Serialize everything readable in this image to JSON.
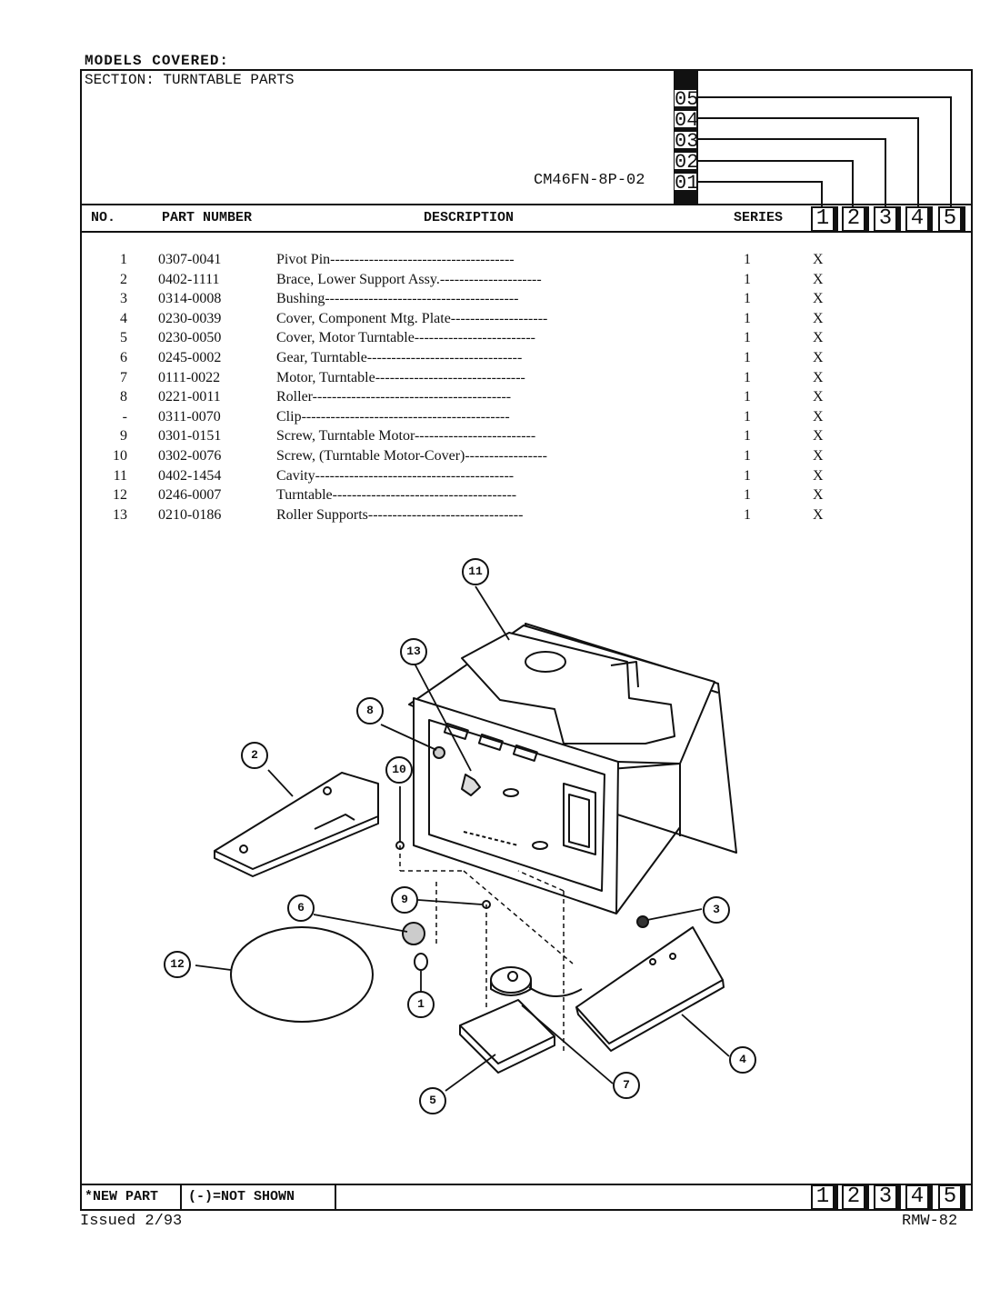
{
  "header": {
    "models_covered": "MODELS COVERED:",
    "section": "SECTION: TURNTABLE PARTS",
    "model_code": "CM46FN-8P-02",
    "model_suffixes": [
      "05",
      "04",
      "03",
      "02",
      "01"
    ]
  },
  "table_header": {
    "no": "NO.",
    "part_number": "PART NUMBER",
    "description": "DESCRIPTION",
    "series": "SERIES",
    "series_numbers": [
      "1",
      "2",
      "3",
      "4",
      "5"
    ]
  },
  "parts": [
    {
      "no": "1",
      "part": "0307-0041",
      "desc": "Pivot Pin--------------------------------------",
      "qty": "1",
      "mark": "X"
    },
    {
      "no": "2",
      "part": "0402-1111",
      "desc": "Brace, Lower Support Assy.---------------------",
      "qty": "1",
      "mark": "X"
    },
    {
      "no": "3",
      "part": "0314-0008",
      "desc": "Bushing----------------------------------------",
      "qty": "1",
      "mark": "X"
    },
    {
      "no": "4",
      "part": "0230-0039",
      "desc": "Cover, Component Mtg. Plate--------------------",
      "qty": "1",
      "mark": "X"
    },
    {
      "no": "5",
      "part": "0230-0050",
      "desc": "Cover, Motor Turntable-------------------------",
      "qty": "1",
      "mark": "X"
    },
    {
      "no": "6",
      "part": "0245-0002",
      "desc": "Gear, Turntable--------------------------------",
      "qty": "1",
      "mark": "X"
    },
    {
      "no": "7",
      "part": "0111-0022",
      "desc": "Motor, Turntable-------------------------------",
      "qty": "1",
      "mark": "X"
    },
    {
      "no": "8",
      "part": "0221-0011",
      "desc": "Roller-----------------------------------------",
      "qty": "1",
      "mark": "X"
    },
    {
      "no": "-",
      "part": "0311-0070",
      "desc": "Clip-------------------------------------------",
      "qty": "1",
      "mark": "X"
    },
    {
      "no": "9",
      "part": "0301-0151",
      "desc": "Screw, Turntable Motor-------------------------",
      "qty": "1",
      "mark": "X"
    },
    {
      "no": "10",
      "part": "0302-0076",
      "desc": "Screw, (Turntable Motor-Cover)-----------------",
      "qty": "1",
      "mark": "X"
    },
    {
      "no": "11",
      "part": "0402-1454",
      "desc": "Cavity-----------------------------------------",
      "qty": "1",
      "mark": "X"
    },
    {
      "no": "12",
      "part": "0246-0007",
      "desc": "Turntable--------------------------------------",
      "qty": "1",
      "mark": "X"
    },
    {
      "no": "13",
      "part": "0210-0186",
      "desc": "Roller Supports--------------------------------",
      "qty": "1",
      "mark": "X"
    }
  ],
  "callouts": [
    "1",
    "2",
    "3",
    "4",
    "5",
    "6",
    "7",
    "8",
    "9",
    "10",
    "11",
    "12",
    "13"
  ],
  "footer": {
    "new_part": "*NEW PART",
    "not_shown": "(-)=NOT SHOWN",
    "series_numbers": [
      "1",
      "2",
      "3",
      "4",
      "5"
    ],
    "issued": "Issued 2/93",
    "page_code": "RMW-82"
  }
}
